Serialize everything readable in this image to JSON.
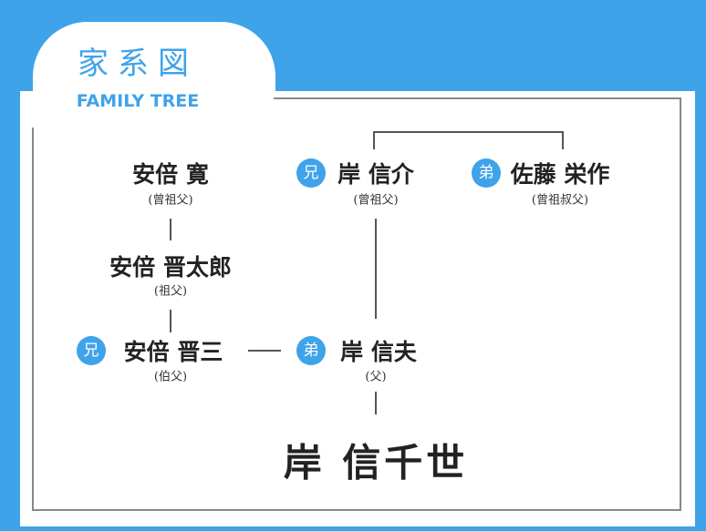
{
  "header": {
    "title": "家系図",
    "subtitle": "FAMILY TREE"
  },
  "people": [
    {
      "name": "安倍 寛",
      "relation": "(曾祖父)",
      "badge": ""
    },
    {
      "name": "安倍 晋太郎",
      "relation": "(祖父)",
      "badge": ""
    },
    {
      "name": "安倍 晋三",
      "relation": "(伯父)",
      "badge": "兄"
    },
    {
      "name": "岸 信介",
      "relation": "(曾祖父)",
      "badge": "兄"
    },
    {
      "name": "佐藤 栄作",
      "relation": "(曾祖叔父)",
      "badge": "弟"
    },
    {
      "name": "岸 信夫",
      "relation": "(父)",
      "badge": "弟"
    }
  ],
  "subject": {
    "name": "岸 信千世"
  },
  "colors": {
    "accent": "#3fa3ea"
  }
}
